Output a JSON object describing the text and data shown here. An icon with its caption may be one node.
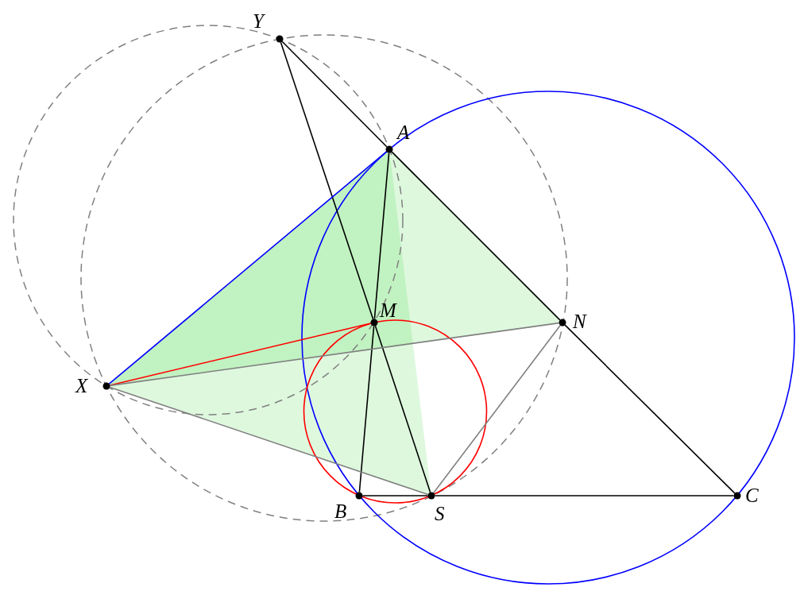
{
  "diagram": {
    "nodes": [
      {
        "text": [],
        "shape": "circle",
        "beside": [
          "Y"
        ]
      },
      {
        "text": [],
        "shape": "circle",
        "beside": [
          "A"
        ]
      },
      {
        "text": [],
        "shape": "circle",
        "beside": [
          "M"
        ]
      },
      {
        "text": [],
        "shape": "circle",
        "beside": [
          "N"
        ]
      },
      {
        "text": [],
        "shape": "circle",
        "beside": [
          "X"
        ]
      },
      {
        "text": [],
        "shape": "circle",
        "beside": [
          "B"
        ]
      },
      {
        "text": [],
        "shape": "circle",
        "beside": [
          "S"
        ]
      },
      {
        "text": [],
        "shape": "circle",
        "beside": [
          "C"
        ]
      }
    ],
    "edges": [
      {
        "from": 0,
        "to": 1,
        "arrow": "none"
      },
      {
        "from": 1,
        "to": 3,
        "arrow": "none"
      },
      {
        "from": 3,
        "to": 7,
        "arrow": "none"
      },
      {
        "from": 0,
        "to": 2,
        "arrow": "none"
      },
      {
        "from": 2,
        "to": 6,
        "arrow": "none"
      },
      {
        "from": 1,
        "to": 2,
        "arrow": "none"
      },
      {
        "from": 2,
        "to": 5,
        "arrow": "none"
      },
      {
        "from": 5,
        "to": 6,
        "arrow": "none"
      },
      {
        "from": 6,
        "to": 7,
        "arrow": "none"
      },
      {
        "from": 4,
        "to": 1,
        "arrow": "none",
        "color": "#0000ff"
      },
      {
        "from": 4,
        "to": 2,
        "arrow": "none",
        "color": "#ff0000"
      },
      {
        "from": 4,
        "to": 3,
        "arrow": "none",
        "color": "#808080"
      },
      {
        "from": 4,
        "to": 6,
        "arrow": "none",
        "color": "#808080"
      },
      {
        "from": 6,
        "to": 3,
        "arrow": "none",
        "color": "#808080"
      }
    ]
  }
}
